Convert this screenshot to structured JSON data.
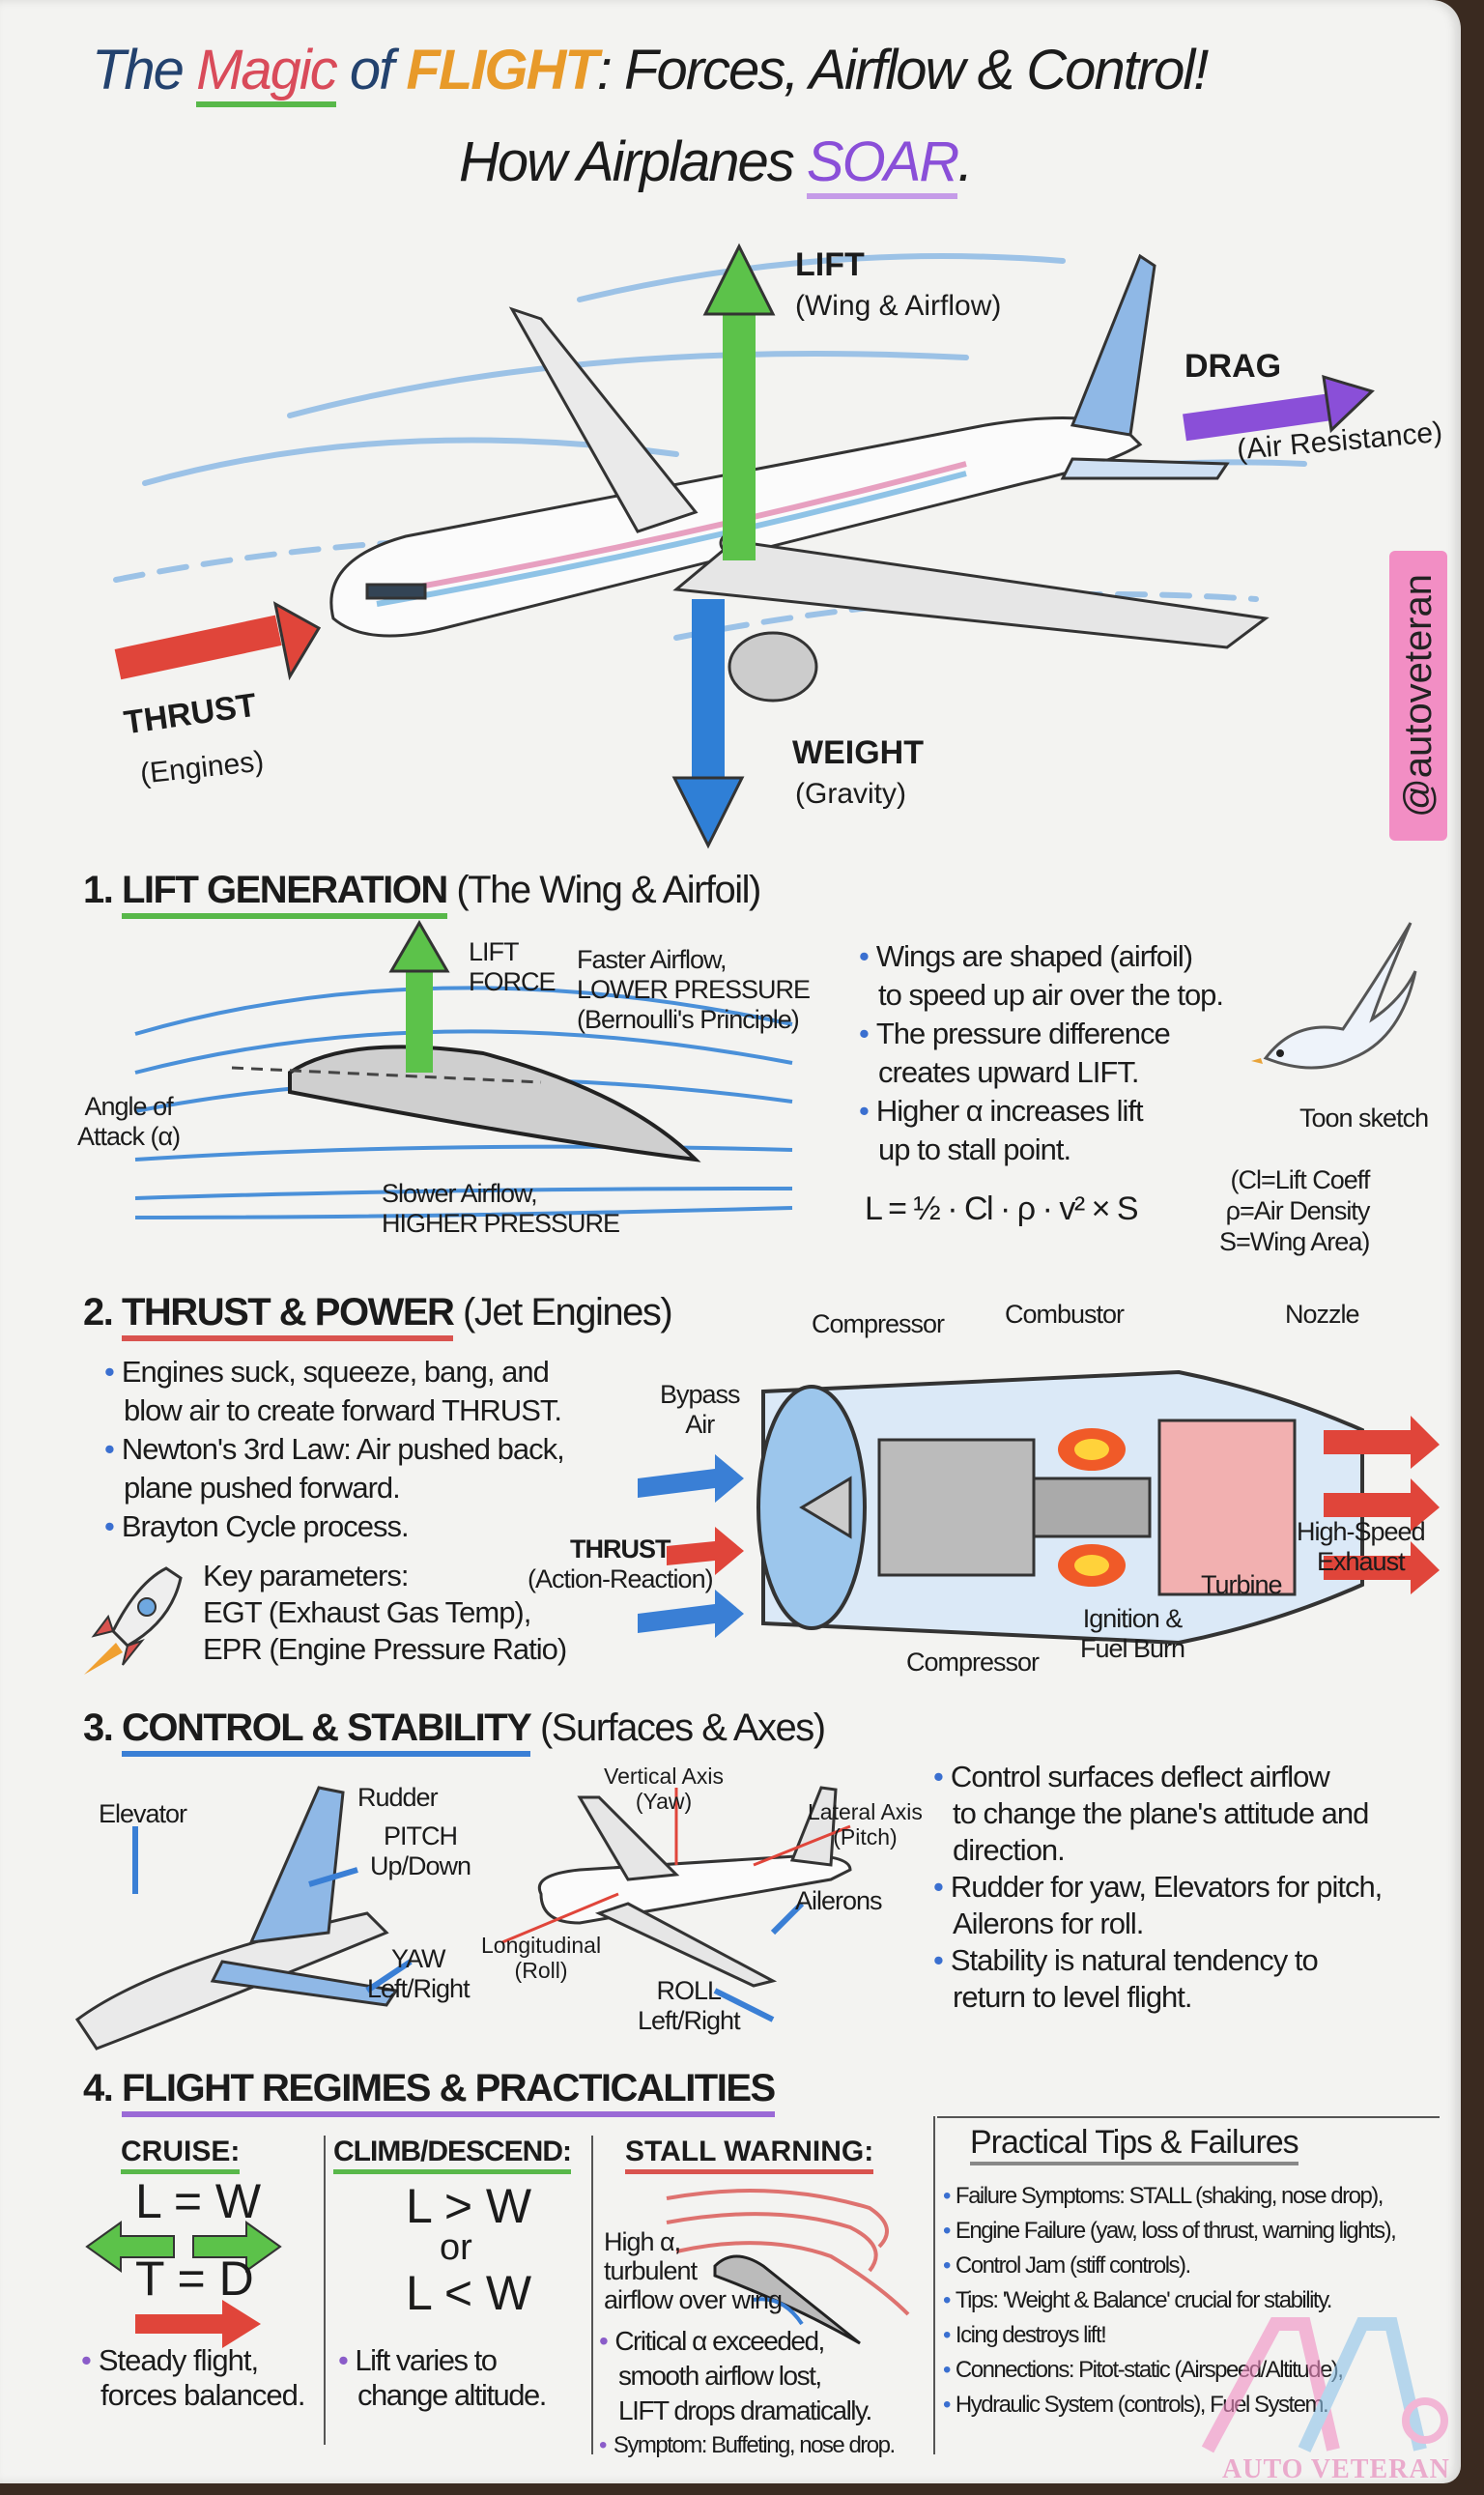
{
  "title": {
    "line1_parts": [
      "The ",
      "Magic",
      " of ",
      "FLIGHT",
      ": Forces, Airflow & Control!"
    ],
    "line2_parts": [
      "How Airplanes ",
      "SOAR",
      "."
    ]
  },
  "watermark_vertical": "@autoveteran",
  "hero": {
    "lift": "LIFT",
    "lift_sub": "(Wing & Airflow)",
    "drag": "DRAG",
    "drag_sub": "(Air Resistance)",
    "thrust": "THRUST",
    "thrust_sub": "(Engines)",
    "weight": "WEIGHT",
    "weight_sub": "(Gravity)"
  },
  "section1": {
    "num": "1. ",
    "title": "LIFT GENERATION",
    "paren": " (The Wing & Airfoil)",
    "labels": {
      "lift_force_1": "LIFT",
      "lift_force_2": "FORCE",
      "faster_1": "Faster Airflow,",
      "faster_2": "LOWER PRESSURE",
      "faster_3": "(Bernoulli's Principle)",
      "aoa_1": "Angle of",
      "aoa_2": "Attack (α)",
      "slower_1": "Slower Airflow,",
      "slower_2": "HIGHER PRESSURE",
      "toon": "Toon sketch"
    },
    "bullets": [
      [
        "Wings are shaped (airfoil)",
        "to speed up air over the top."
      ],
      [
        "The pressure difference",
        "creates upward LIFT."
      ],
      [
        "Higher α increases lift",
        "up to stall point."
      ]
    ],
    "formula": "L = ½ · Cl · ρ · v² × S",
    "legend": [
      "(Cl=Lift Coeff",
      "ρ=Air Density",
      "S=Wing Area)"
    ]
  },
  "section2": {
    "num": "2. ",
    "title": "THRUST & POWER",
    "paren": " (Jet Engines)",
    "bullets": [
      [
        "Engines suck, squeeze, bang, and",
        "blow air to create forward THRUST."
      ],
      [
        "Newton's 3rd Law: Air pushed back,",
        "plane pushed forward."
      ],
      [
        "Brayton Cycle process."
      ]
    ],
    "key_params": [
      "Key parameters:",
      "EGT (Exhaust Gas Temp),",
      "EPR (Engine Pressure Ratio)"
    ],
    "engine_labels": {
      "compressor_top": "Compressor",
      "combustor": "Combustor",
      "nozzle": "Nozzle",
      "bypass_1": "Bypass",
      "bypass_2": "Air",
      "thrust_1": "THRUST",
      "thrust_2": "(Action-Reaction)",
      "exhaust_1": "High-Speed",
      "exhaust_2": "Exhaust",
      "turbine": "Turbine",
      "ignition_1": "Ignition &",
      "ignition_2": "Fuel Burn",
      "compressor_bottom": "Compressor"
    }
  },
  "section3": {
    "num": "3. ",
    "title": "CONTROL & STABILITY",
    "paren": " (Surfaces & Axes)",
    "labels": {
      "elevator": "Elevator",
      "rudder": "Rudder",
      "pitch_1": "PITCH",
      "pitch_2": "Up/Down",
      "yaw_1": "YAW",
      "yaw_2": "Left/Right",
      "vertical_1": "Vertical Axis",
      "vertical_2": "(Yaw)",
      "lateral_1": "Lateral Axis",
      "lateral_2": "(Pitch)",
      "ailerons": "Ailerons",
      "longitudinal_1": "Longitudinal",
      "longitudinal_2": "(Roll)",
      "roll_1": "ROLL",
      "roll_2": "Left/Right"
    },
    "bullets": [
      [
        "Control surfaces deflect airflow",
        "to change the plane's attitude and",
        "direction."
      ],
      [
        "Rudder for yaw, Elevators for pitch,",
        "Ailerons for roll."
      ],
      [
        "Stability is natural tendency to",
        "return to level flight."
      ]
    ]
  },
  "section4": {
    "num": "4. ",
    "title": "FLIGHT REGIMES & PRACTICALITIES",
    "cruise": {
      "head": "CRUISE:",
      "eq1": "L = W",
      "eq2": "T = D",
      "bullet": [
        "Steady flight,",
        "forces balanced."
      ]
    },
    "climb": {
      "head": "CLIMB/DESCEND:",
      "eq1": "L > W",
      "or": "or",
      "eq2": "L < W",
      "bullet": [
        "Lift varies to",
        "change altitude."
      ]
    },
    "stall": {
      "head": "STALL WARNING:",
      "note": [
        "High α,",
        "turbulent",
        "airflow over wing"
      ],
      "bullet1": [
        "Critical α exceeded,",
        "smooth airflow lost,",
        "LIFT drops dramatically."
      ],
      "bullet2": "Symptom: Buffeting, nose drop."
    },
    "tips": {
      "head": "Practical Tips & Failures",
      "items": [
        "Failure Symptoms: STALL (shaking, nose drop),",
        "Engine Failure (yaw, loss of thrust, warning lights),",
        "Control Jam (stiff controls).",
        "Tips: 'Weight & Balance' crucial for stability.",
        "Icing destroys lift!",
        "Connections: Pitot-static (Airspeed/Altitude),",
        "Hydraulic System (controls), Fuel System."
      ]
    }
  },
  "logo_text": "AUTO VETERAN",
  "colors": {
    "lift": "#5cc24a",
    "thrust": "#e0453a",
    "weight": "#2f7fd6",
    "drag": "#8a4fd8",
    "airflow": "#4a90d9",
    "watermark_bg": "#f28ec4",
    "underline_green": "#58b84a",
    "underline_red": "#d9534f",
    "underline_blue": "#3a7fd5",
    "underline_purple": "#9a6ad6"
  }
}
